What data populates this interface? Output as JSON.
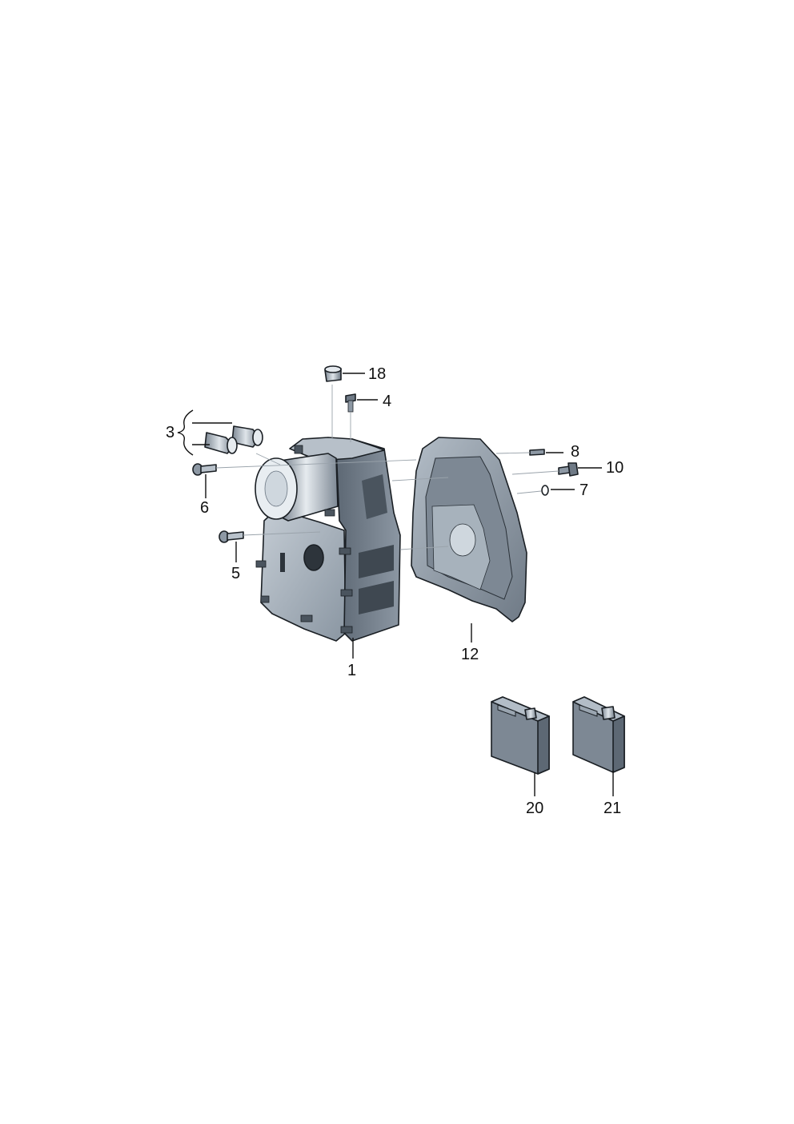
{
  "diagram": {
    "callouts": {
      "c1": "1",
      "c3": "3",
      "c4": "4",
      "c5": "5",
      "c6": "6",
      "c7": "7",
      "c8": "8",
      "c10": "10",
      "c12": "12",
      "c18": "18",
      "c20": "20",
      "c21": "21"
    },
    "colors": {
      "part_light": "#c9d2da",
      "part_mid": "#8f9ba7",
      "part_dark": "#55606b",
      "outline": "#1a1f24"
    }
  }
}
